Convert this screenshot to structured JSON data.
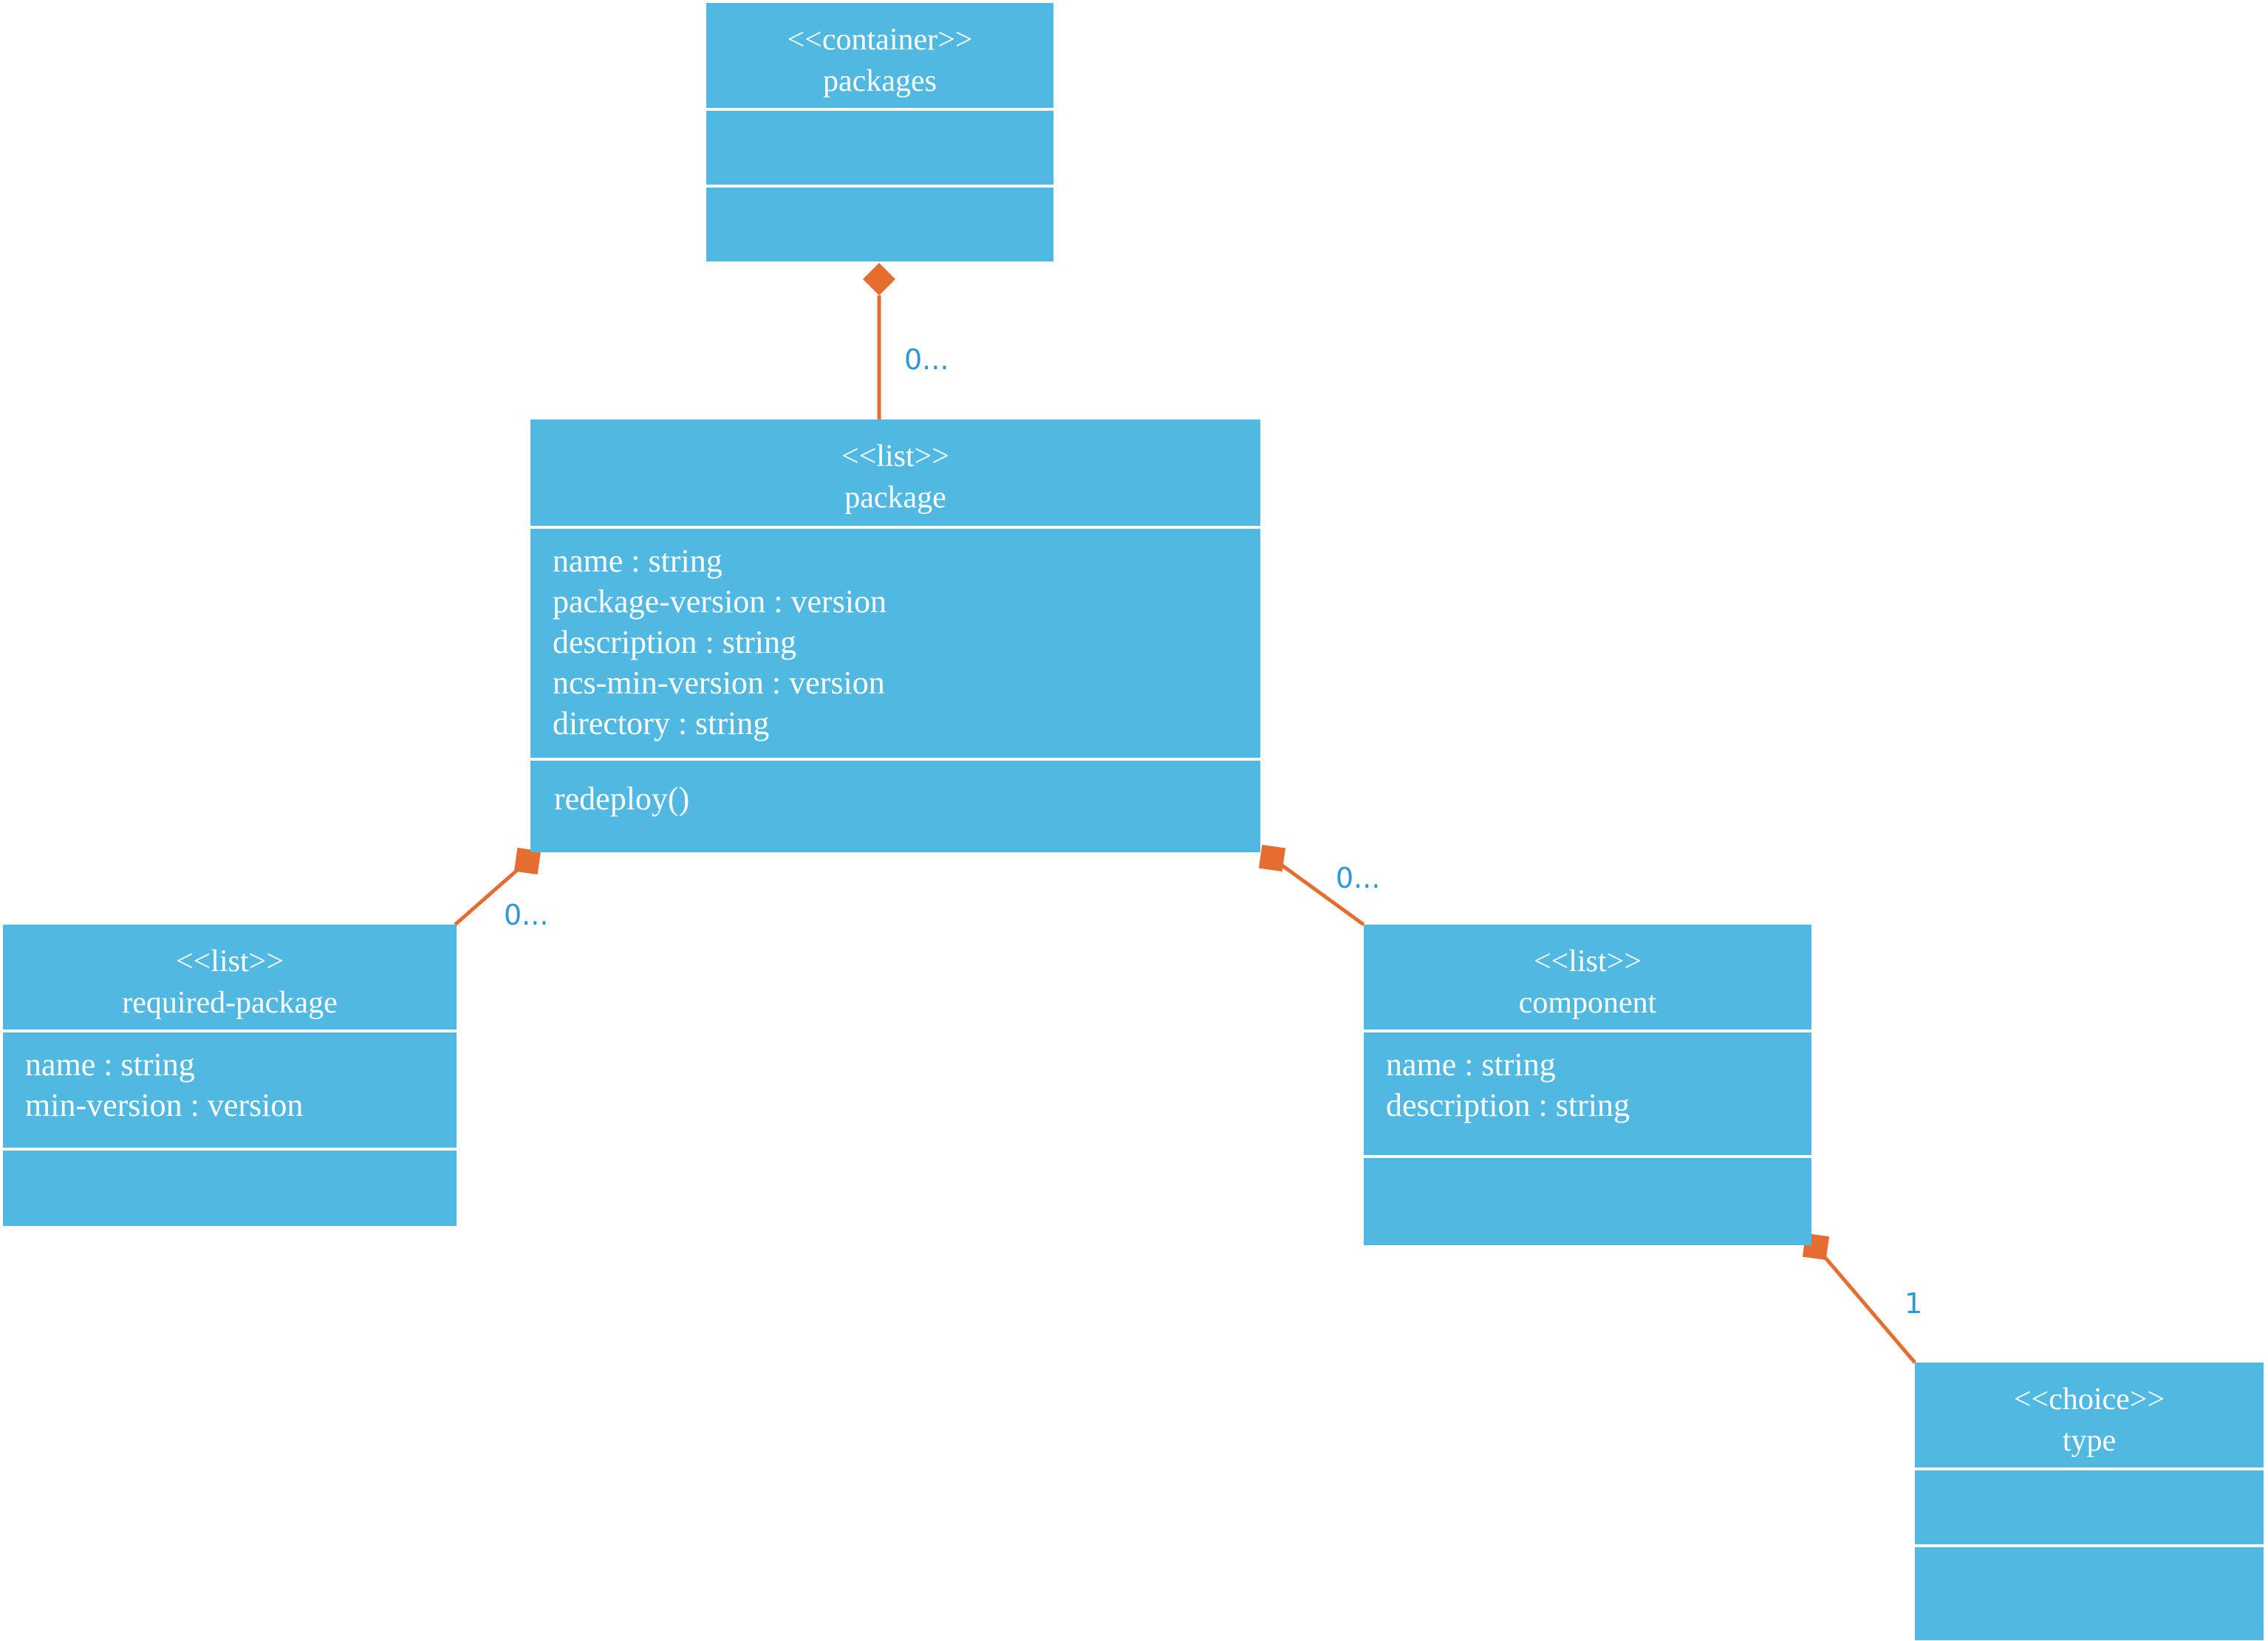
{
  "colors": {
    "box": "#51b8e2",
    "link": "#e46d2f",
    "multiplicity": "#2f97d3"
  },
  "classes": {
    "packages": {
      "stereotype": "<<container>>",
      "name": "packages",
      "attributes": [],
      "operations": []
    },
    "package": {
      "stereotype": "<<list>>",
      "name": "package",
      "attributes": [
        "name : string",
        "package-version : version",
        "description : string",
        "ncs-min-version : version",
        "directory : string"
      ],
      "operations": [
        "redeploy()"
      ]
    },
    "required_package": {
      "stereotype": "<<list>>",
      "name": "required-package",
      "attributes": [
        "name : string",
        "min-version : version"
      ],
      "operations": []
    },
    "component": {
      "stereotype": "<<list>>",
      "name": "component",
      "attributes": [
        "name : string",
        "description : string"
      ],
      "operations": []
    },
    "type": {
      "stereotype": "<<choice>>",
      "name": "type",
      "attributes": [],
      "operations": []
    }
  },
  "links": [
    {
      "from": "packages",
      "to": "package",
      "kind": "composition",
      "multiplicity": "0..."
    },
    {
      "from": "package",
      "to": "required-package",
      "kind": "composition",
      "multiplicity": "0..."
    },
    {
      "from": "package",
      "to": "component",
      "kind": "composition",
      "multiplicity": "0..."
    },
    {
      "from": "component",
      "to": "type",
      "kind": "composition",
      "multiplicity": "1"
    }
  ]
}
